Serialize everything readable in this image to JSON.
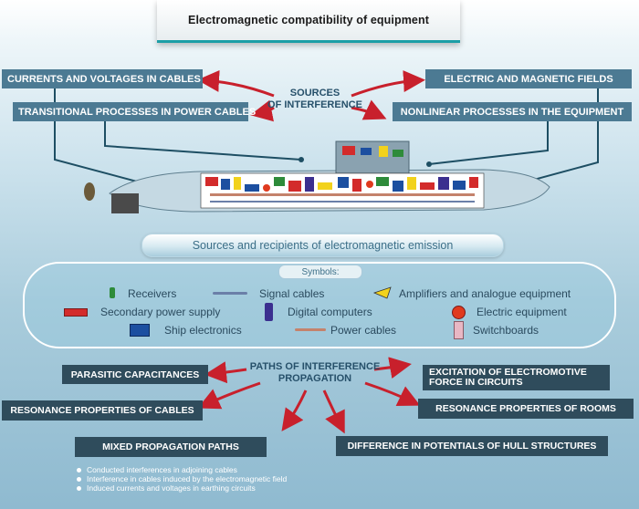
{
  "title": "Electromagnetic compatibility of equipment",
  "sources": {
    "center": [
      "SOURCES",
      "OF INTERFERENCE"
    ],
    "items": [
      "CURRENTS AND VOLTAGES IN CABLES",
      "TRANSITIONAL PROCESSES IN POWER CABLES",
      "ELECTRIC AND MAGNETIC FIELDS",
      "NONLINEAR PROCESSES IN THE EQUIPMENT"
    ]
  },
  "subtitle": "Sources and recipients of electromagnetic emission",
  "symbols": {
    "title": "Symbols:",
    "items": [
      {
        "label": "Receivers",
        "icon": "receiver-icon",
        "color": "#2e8b3a"
      },
      {
        "label": "Signal cables",
        "icon": "signal-cable-icon",
        "color": "#6b7fa8"
      },
      {
        "label": "Amplifiers and analogue equipment",
        "icon": "amplifier-icon",
        "color": "#f2d21c"
      },
      {
        "label": "Secondary power supply",
        "icon": "power-supply-icon",
        "color": "#d32b2b"
      },
      {
        "label": "Digital computers",
        "icon": "computer-icon",
        "color": "#3b2f8f"
      },
      {
        "label": "Electric equipment",
        "icon": "electric-equipment-icon",
        "color": "#e03a1e"
      },
      {
        "label": "Ship electronics",
        "icon": "ship-electronics-icon",
        "color": "#1c4fa0"
      },
      {
        "label": "Power cables",
        "icon": "power-cable-icon",
        "color": "#c4826b"
      },
      {
        "label": "Switchboards",
        "icon": "switchboard-icon",
        "color": "#e8b7c4"
      }
    ]
  },
  "paths": {
    "center": [
      "PATHS OF INTERFERENCE",
      "PROPAGATION"
    ],
    "items": [
      "PARASITIC CAPACITANCES",
      "RESONANCE PROPERTIES OF CABLES",
      "MIXED PROPAGATION PATHS",
      "EXCITATION OF ELECTROMOTIVE FORCE IN CIRCUITS",
      "RESONANCE PROPERTIES OF ROOMS",
      "DIFFERENCE IN POTENTIALS OF HULL STRUCTURES"
    ],
    "excitation_lines": [
      "EXCITATION OF ELECTROMOTIVE",
      "FORCE IN CIRCUITS"
    ],
    "bullets": [
      "Conducted interferences in adjoining cables",
      "Interference in cables induced by the electromagnetic field",
      "Induced currents and voltages in earthing circuits"
    ]
  },
  "colors": {
    "label_bg": "#4c7a93",
    "path_label_bg": "#2f4c5c",
    "arrow": "#c8202c",
    "accent": "#1b9ea6"
  }
}
